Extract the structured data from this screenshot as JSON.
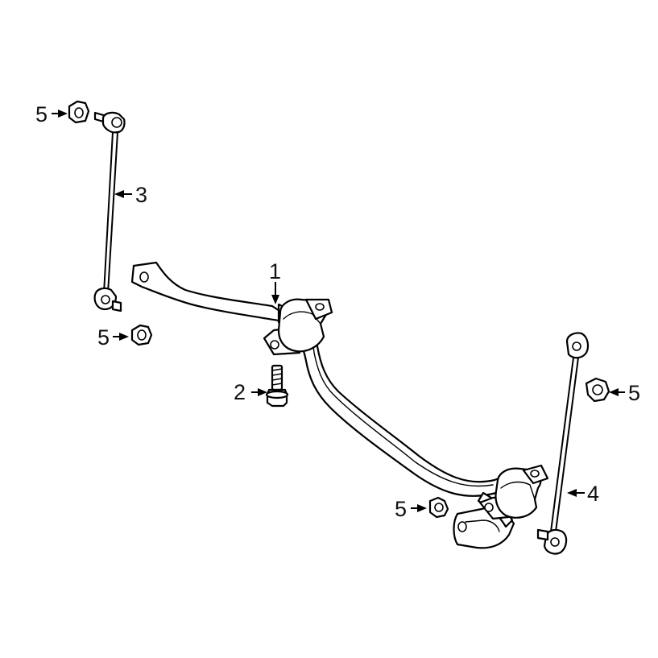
{
  "callouts": {
    "part_1": "1",
    "part_2": "2",
    "part_3": "3",
    "part_4": "4",
    "part_5_top_left": "5",
    "part_5_mid_left": "5",
    "part_5_right": "5",
    "part_5_bottom": "5"
  },
  "parts": [
    {
      "callout": "1",
      "icon": "stabilizer-bar-icon"
    },
    {
      "callout": "2",
      "icon": "bolt-icon"
    },
    {
      "callout": "3",
      "icon": "link-rod-icon"
    },
    {
      "callout": "4",
      "icon": "link-rod-icon"
    },
    {
      "callout": "5",
      "icon": "nut-icon"
    }
  ]
}
